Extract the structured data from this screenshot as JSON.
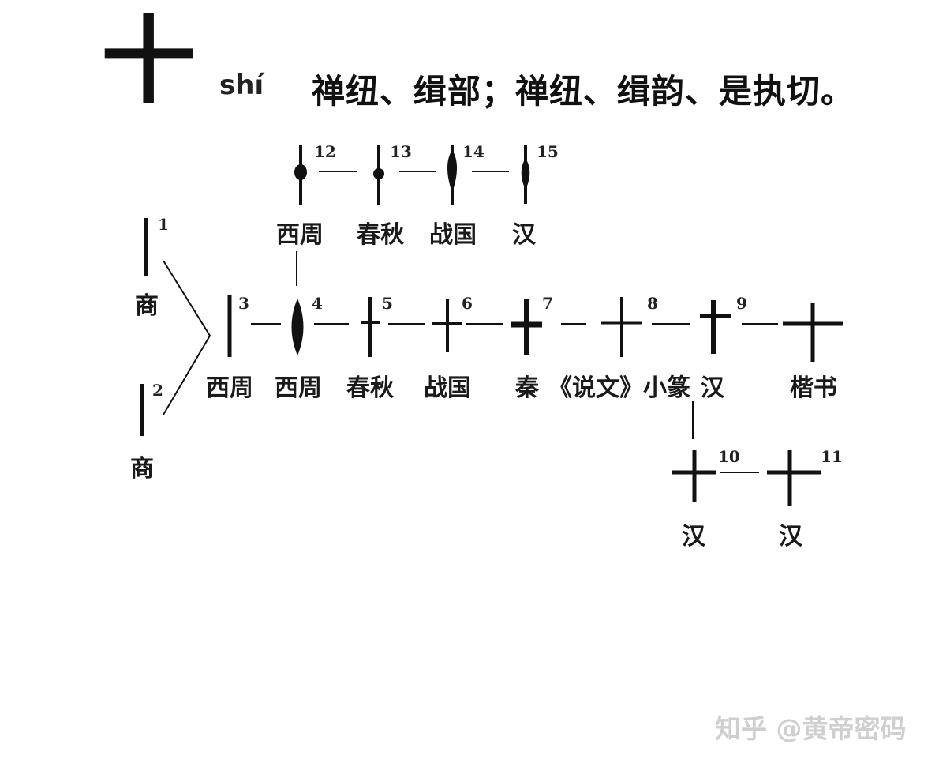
{
  "header": {
    "character": "十",
    "pinyin": "shí",
    "fanqie": "禅纽、缉部；禅纽、缉韵、是执切。"
  },
  "nodes": [
    {
      "id": "1",
      "number": "1",
      "label": "商"
    },
    {
      "id": "2",
      "number": "2",
      "label": "商"
    },
    {
      "id": "3",
      "number": "3",
      "label": "西周"
    },
    {
      "id": "4",
      "number": "4",
      "label": "西周"
    },
    {
      "id": "5",
      "number": "5",
      "label": "春秋"
    },
    {
      "id": "6",
      "number": "6",
      "label": "战国"
    },
    {
      "id": "7",
      "number": "7",
      "label": "秦"
    },
    {
      "id": "8",
      "number": "8",
      "label": "《说文》小篆"
    },
    {
      "id": "9",
      "number": "9",
      "label": "汉"
    },
    {
      "id": "kai",
      "number": "",
      "label": "楷书"
    },
    {
      "id": "10",
      "number": "10",
      "label": "汉"
    },
    {
      "id": "11",
      "number": "11",
      "label": "汉"
    },
    {
      "id": "12",
      "number": "12",
      "label": "西周"
    },
    {
      "id": "13",
      "number": "13",
      "label": "春秋"
    },
    {
      "id": "14",
      "number": "14",
      "label": "战国"
    },
    {
      "id": "15",
      "number": "15",
      "label": "汉"
    }
  ],
  "watermark": "知乎 @黄帝密码"
}
